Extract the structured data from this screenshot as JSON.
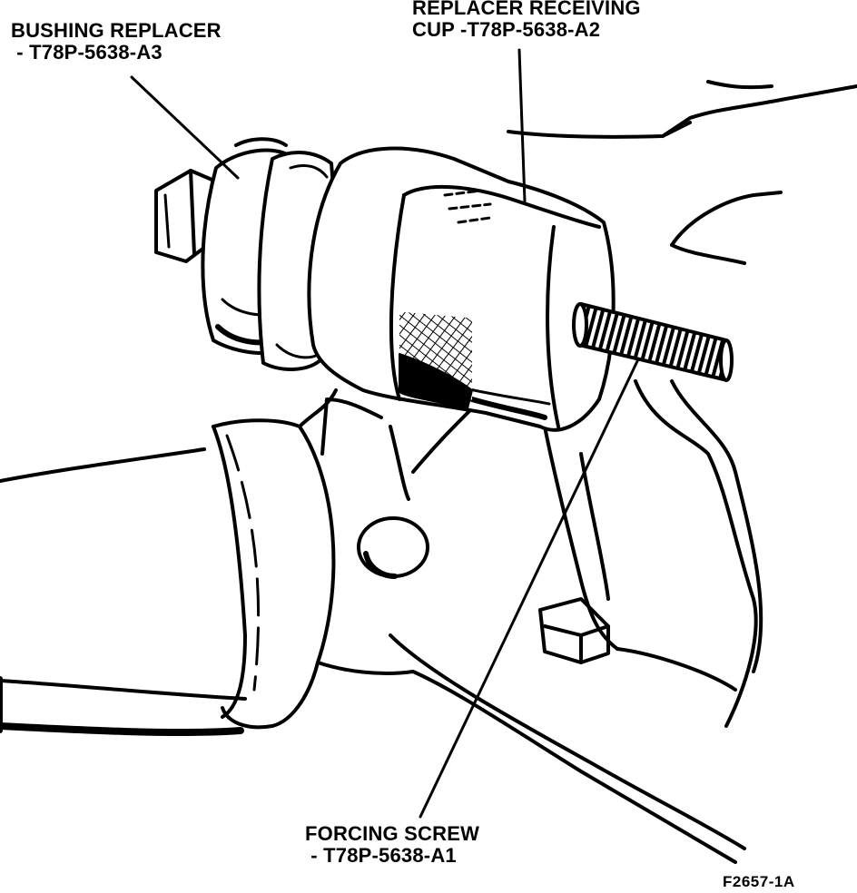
{
  "labels": {
    "bushing_replacer": {
      "line1": "BUSHING REPLACER",
      "line2": " - T78P-5638-A3"
    },
    "receiving_cup": {
      "line1": "REPLACER RECEIVING",
      "line2": "CUP -T78P-5638-A2"
    },
    "forcing_screw": {
      "line1": "FORCING SCREW",
      "line2": " - T78P-5638-A1"
    },
    "figure_id": "F2657-1A"
  },
  "colors": {
    "ink": "#000000",
    "paper": "#ffffff"
  }
}
